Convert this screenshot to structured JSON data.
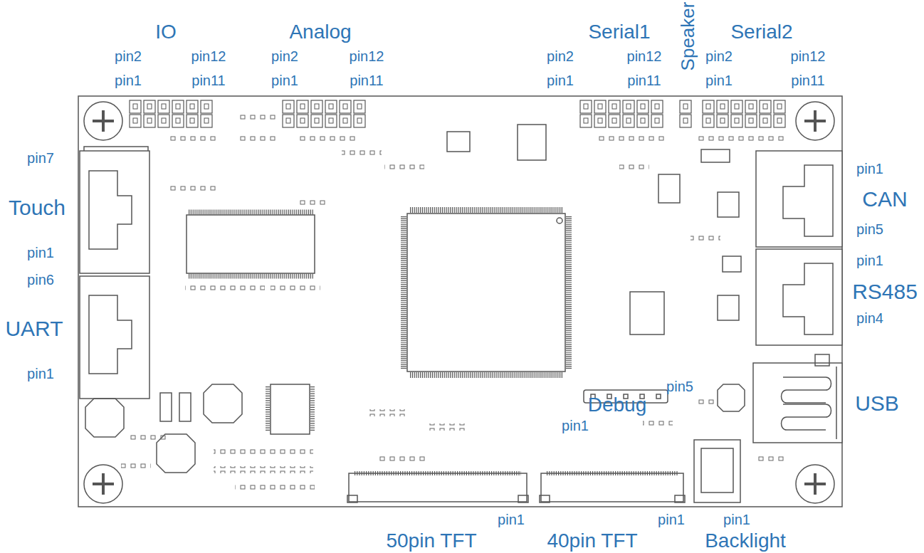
{
  "diagram": {
    "labels": [
      "IO",
      "Analog",
      "Serial1",
      "Speaker",
      "Serial2",
      "pin2",
      "pin12",
      "pin2",
      "pin12",
      "pin2",
      "pin12",
      "pin2",
      "pin12",
      "pin1",
      "pin11",
      "pin1",
      "pin11",
      "pin1",
      "pin11",
      "pin1",
      "pin11",
      "pin7",
      "Touch",
      "pin1",
      "pin6",
      "UART",
      "pin1",
      "pin1",
      "CAN",
      "pin5",
      "pin1",
      "RS485",
      "pin4",
      "USB",
      "pin5",
      "Debug",
      "pin1",
      "pin1",
      "pin1",
      "pin1",
      "50pin TFT",
      "40pin TFT",
      "Backlight"
    ]
  }
}
